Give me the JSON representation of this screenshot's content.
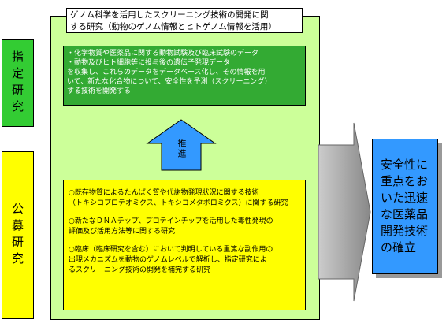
{
  "side_labels": {
    "shitei": "指定研究",
    "koubo": "公募研究"
  },
  "main": {
    "title_line1": "ゲノム科学を活用したスクリーニング技術の開発に関",
    "title_line2": "する研究（動物のゲノム情報とヒトゲノム情報を活用）",
    "designated_research": [
      "・化学物質や医薬品に関する動物試験及び臨床試験のデータ",
      "・動物及びヒト細胞等に投与後の遺伝子発現データ",
      "を収集し、これらのデータをデータベース化し、その情報を用",
      "いて、新たな化合物について、安全性を予測（スクリーニング）",
      "する技術を開発する"
    ],
    "arrow_label": "推進",
    "public_research": [
      {
        "line1": "○既存物質によるたんぱく質や代謝物発現状況に関する技術",
        "line2": "（トキシコプロテオミクス、トキシコメタボロミクス）に関する研究"
      },
      {
        "line1": "○新たなＤＮＡチップ、プロテインチップを活用した毒性発現の",
        "line2": "評価及び活用方法等に関する研究"
      },
      {
        "line1": "○臨床（臨床研究を含む）において判明している重篤な副作用の",
        "line2": "出現メカニズムを動物のゲノムレベルで解析し、指定研究によ",
        "line3": "るスクリーニング技術の開発を補完する研究"
      }
    ]
  },
  "result": {
    "lines": [
      "安全性に",
      "重点をお",
      "いた迅速",
      "な医薬品",
      "開発技術",
      "の確立"
    ]
  },
  "colors": {
    "designated_green": "#33aa33",
    "label_green": "#33cc33",
    "panel_green": "#ccff99",
    "public_yellow": "#ffff00",
    "arrow_blue": "#3399ff",
    "result_blue": "#3399ff",
    "big_arrow_gray": "#aaaaaa"
  }
}
